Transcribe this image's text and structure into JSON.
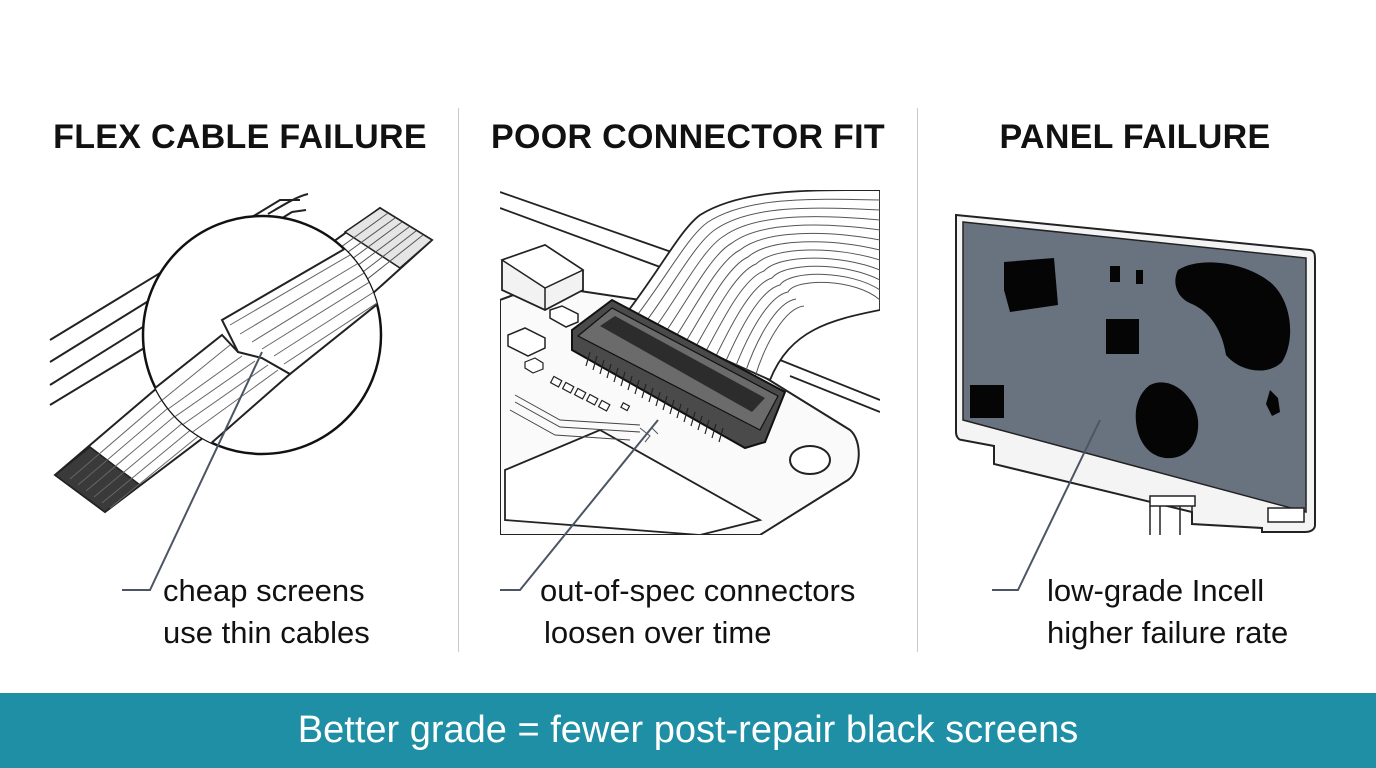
{
  "panels": [
    {
      "title": "FLEX CABLE FAILURE",
      "caption_lines": [
        "cheap screens",
        "use thin cables"
      ],
      "icon": "flex-cable-tear-icon"
    },
    {
      "title": "POOR CONNECTOR FIT",
      "caption_lines": [
        "out-of-spec connectors",
        "loosen over time"
      ],
      "icon": "board-connector-icon"
    },
    {
      "title": "PANEL FAILURE",
      "caption_lines": [
        "low-grade Incell",
        "higher failure rate"
      ],
      "icon": "damaged-panel-icon"
    }
  ],
  "footer": {
    "text": "Better grade = fewer post-repair black screens"
  },
  "colors": {
    "footer_bg": "#1f8fa6",
    "panel_gray": "#69727f",
    "leader_line": "#4b5563"
  }
}
